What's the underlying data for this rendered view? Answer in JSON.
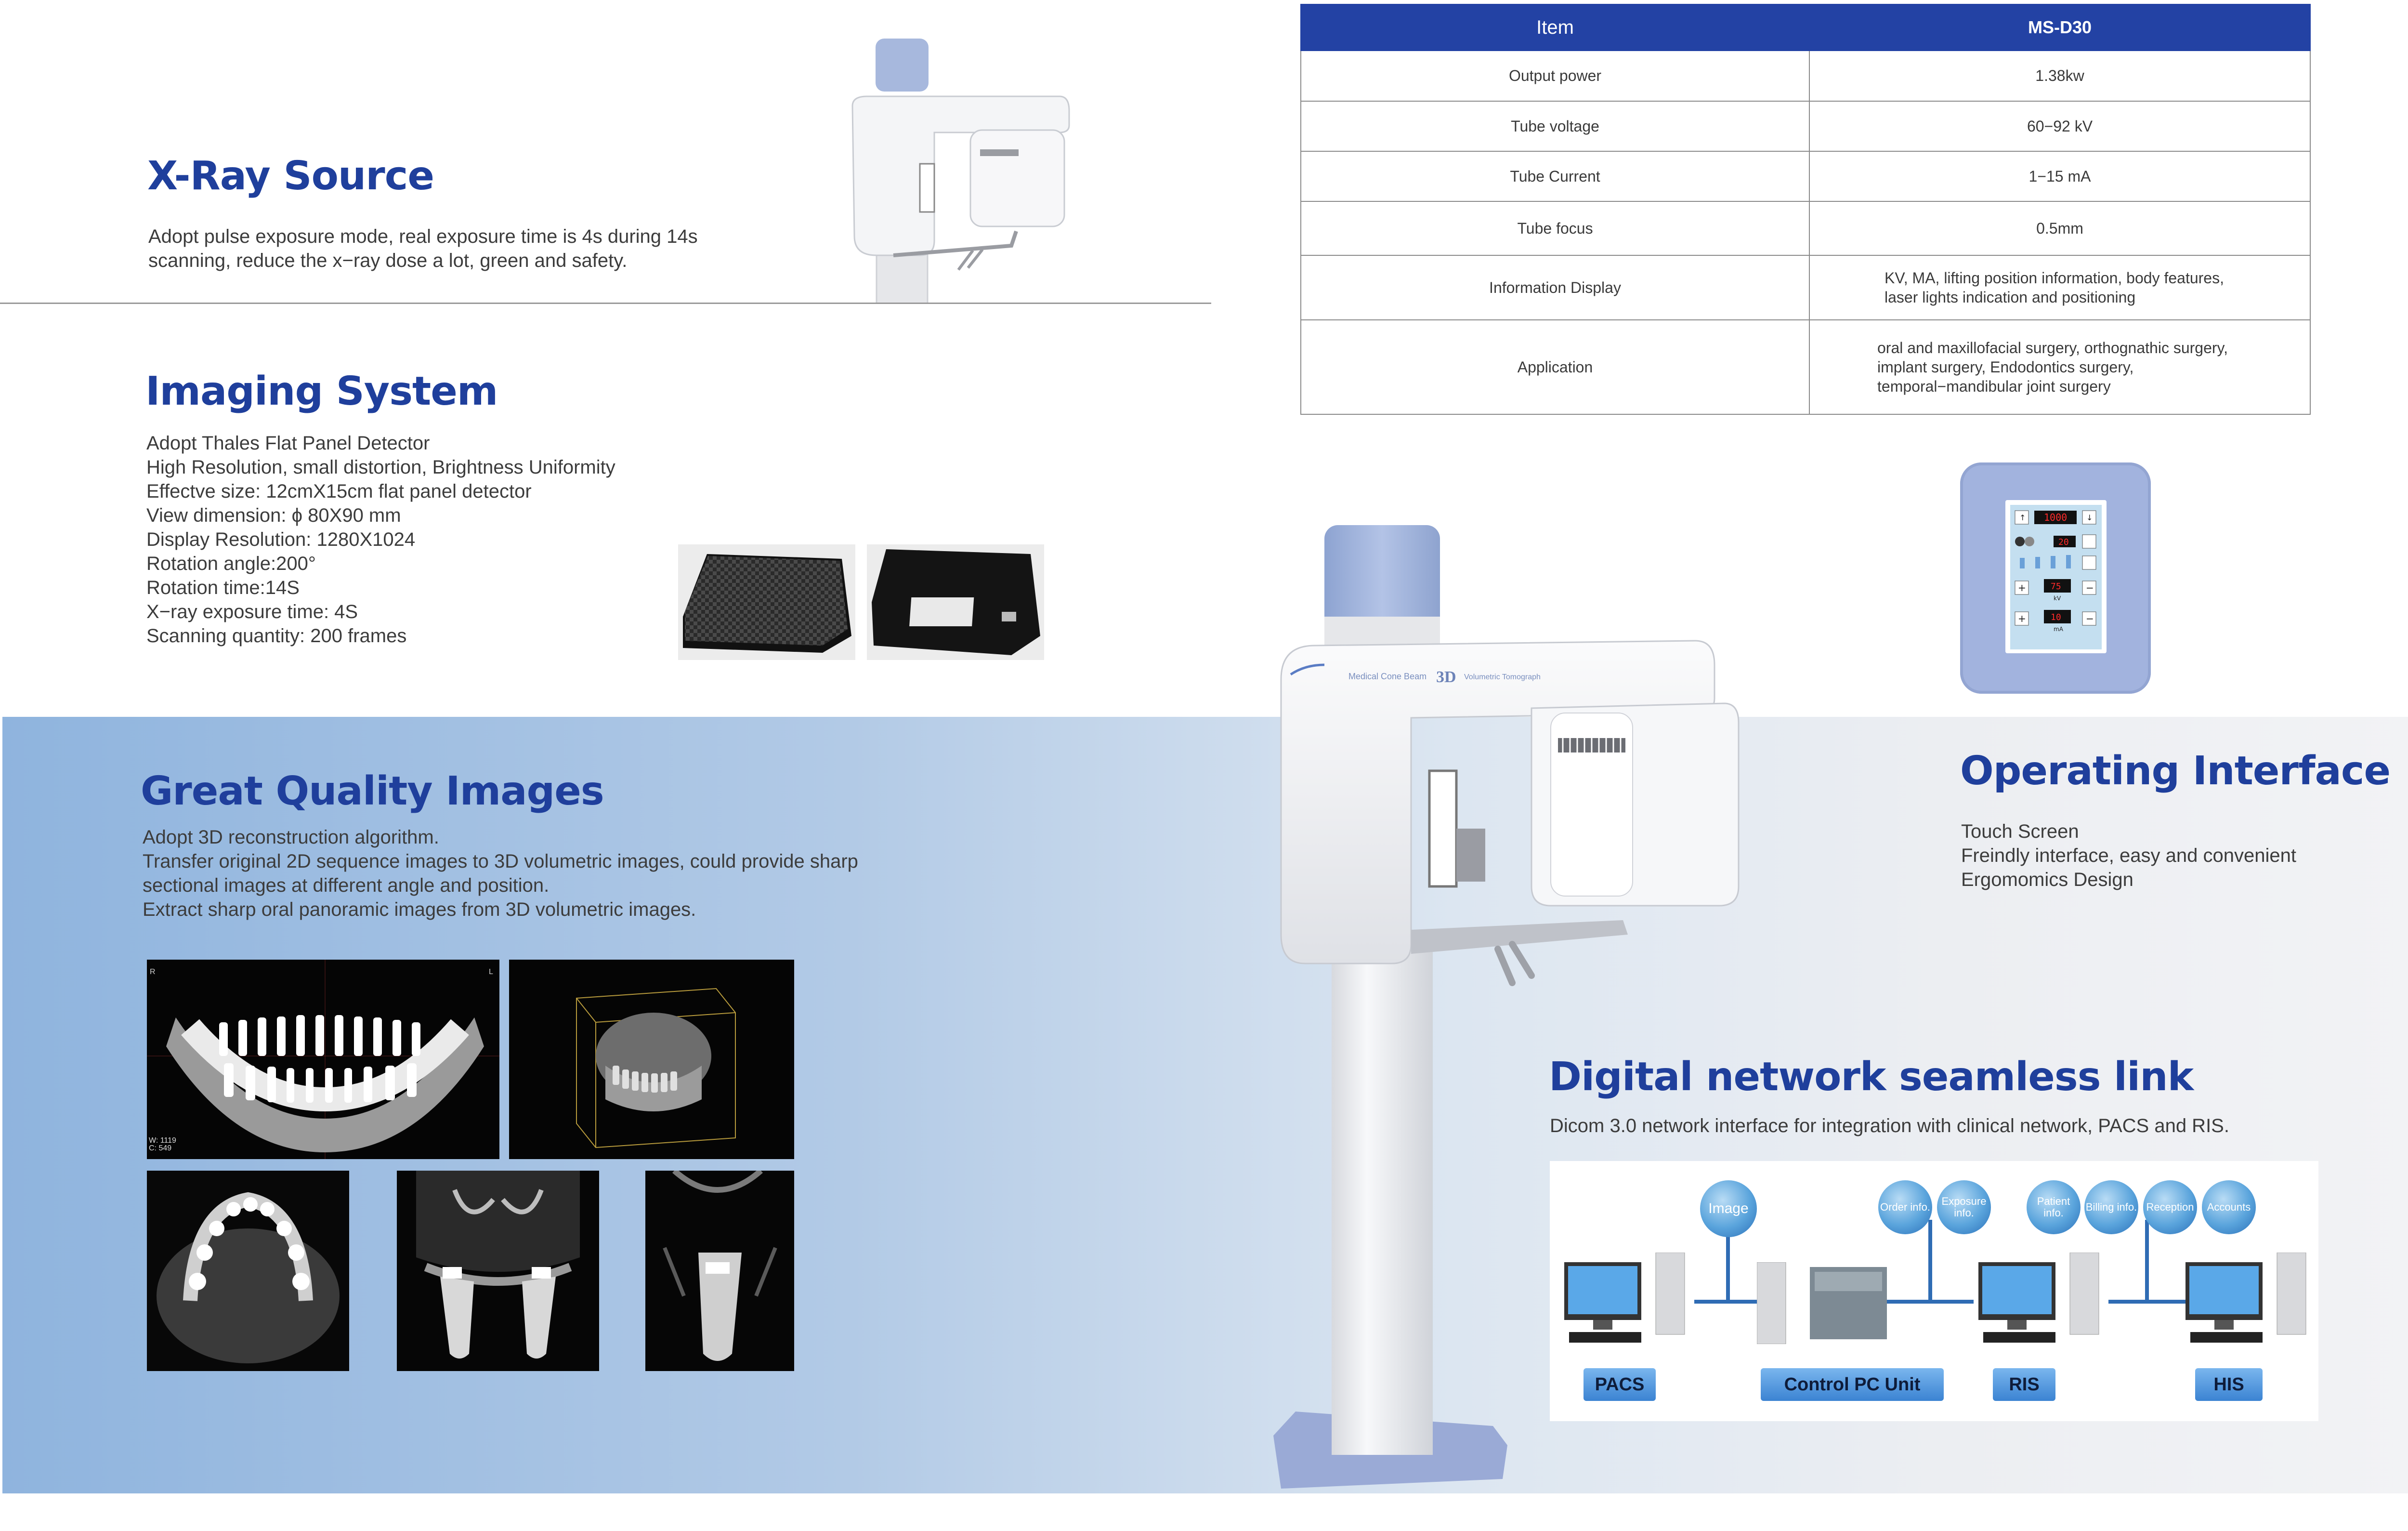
{
  "xray_source": {
    "title": "X-Ray Source",
    "lines": [
      "Adopt pulse exposure mode, real exposure time is 4s during 14s",
      "scanning, reduce the x−ray dose a lot, green and safety."
    ]
  },
  "imaging_system": {
    "title": "Imaging System",
    "lines": [
      "Adopt Thales Flat Panel Detector",
      "High Resolution, small distortion, Brightness Uniformity",
      "Effectve size: 12cmX15cm flat panel detector",
      "View dimension:  ϕ 80X90 mm",
      "Display Resolution: 1280X1024",
      "Rotation angle:200°",
      "Rotation time:14S",
      "X−ray exposure time: 4S",
      "Scanning quantity: 200 frames"
    ]
  },
  "great_quality": {
    "title": "Great Quality Images",
    "lines": [
      "Adopt 3D reconstruction algorithm.",
      "Transfer original 2D sequence images to 3D volumetric images, could provide sharp",
      "sectional images at different angle and position.",
      "Extract sharp oral panoramic images from 3D volumetric images."
    ],
    "pano_overlay": {
      "r": "R",
      "l": "L",
      "w": "W: 1119",
      "c": "C: 549"
    }
  },
  "spec_table": {
    "header": {
      "item": "Item",
      "model": "MS-D30"
    },
    "rows": [
      {
        "item": "Output power",
        "value": [
          "1.38kw"
        ]
      },
      {
        "item": "Tube voltage",
        "value": [
          "60−92 kV"
        ]
      },
      {
        "item": "Tube Current",
        "value": [
          "1−15 mA"
        ]
      },
      {
        "item": "Tube focus",
        "value": [
          "0.5mm"
        ]
      },
      {
        "item": "Information Display",
        "value": [
          "KV, MA, lifting position information, body features,",
          "laser lights indication and positioning"
        ]
      },
      {
        "item": "Application",
        "value": [
          "oral and maxillofacial surgery, orthognathic surgery,",
          "implant surgery, Endodontics surgery,",
          "temporal−mandibular joint surgery"
        ]
      }
    ]
  },
  "operating_interface": {
    "title": "Operating Interface",
    "lines": [
      "Touch Screen",
      "Freindly interface, easy and convenient",
      "Ergomomics Design"
    ],
    "panel": {
      "display1": "1000",
      "display2": "20",
      "display3": "75",
      "display4": "10",
      "unit_kv": "kV",
      "unit_ma": "mA"
    }
  },
  "digital_network": {
    "title": "Digital network seamless link",
    "line": "Dicom 3.0 network interface for integration with clinical network, PACS and RIS.",
    "bubbles": {
      "image": "Image",
      "order": "Order info.",
      "exposure": "Exposure info.",
      "patient": "Patient info.",
      "billing": "Billing info.",
      "reception": "Reception",
      "accounts": "Accounts"
    },
    "nodes": {
      "pacs": "PACS",
      "control": "Control PC Unit",
      "ris": "RIS",
      "his": "HIS"
    }
  },
  "device_label": {
    "brand_text": "Medical Cone Beam",
    "three_d": "3D",
    "suffix": "Volumetric Tomograph"
  },
  "colors": {
    "title_blue": "#1f3f9c",
    "table_header": "#2342a4",
    "device_accent": "#9fb3da"
  }
}
